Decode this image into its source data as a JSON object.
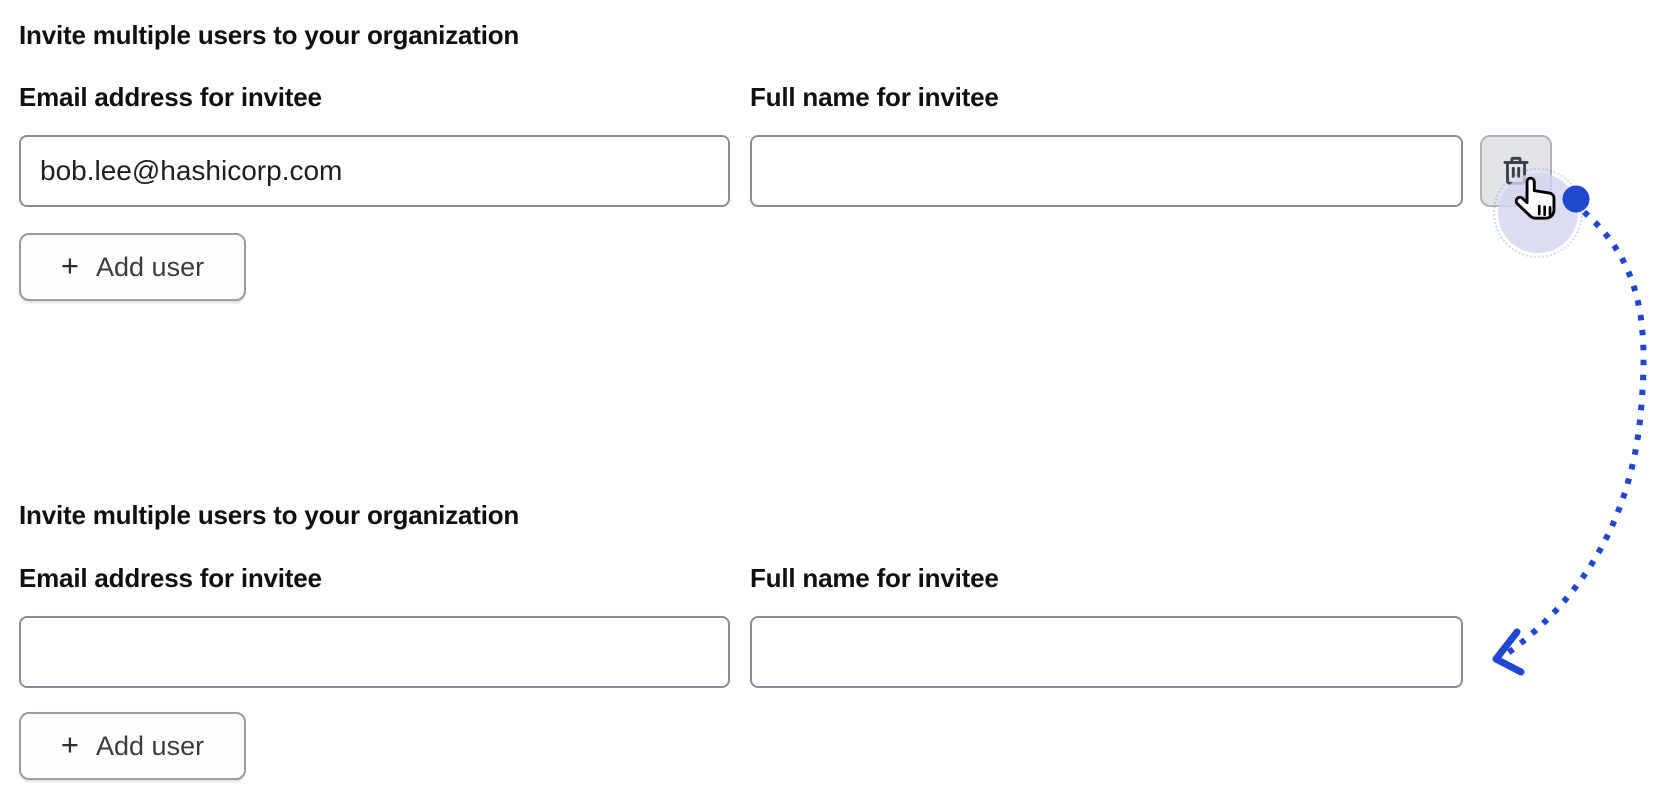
{
  "colors": {
    "accent_blue": "#1f47d0",
    "halo_lavender": "#d4d6f0",
    "input_border": "#8b8d97",
    "button_border": "#9b9da6",
    "trash_button_bg": "#e3e4e7",
    "heading_text": "#0e1014",
    "button_text": "#3a3d45"
  },
  "sections": [
    {
      "heading": "Invite multiple users to your organization",
      "fields": [
        {
          "label": "Email address for invitee",
          "value": "bob.lee@hashicorp.com"
        },
        {
          "label": "Full name for invitee",
          "value": ""
        }
      ],
      "add_user": {
        "plus": "+",
        "label": "Add user"
      },
      "delete_button": {
        "icon": "trash-icon"
      }
    },
    {
      "heading": "Invite multiple users to your organization",
      "fields": [
        {
          "label": "Email address for invitee",
          "value": ""
        },
        {
          "label": "Full name for invitee",
          "value": ""
        }
      ],
      "add_user": {
        "plus": "+",
        "label": "Add user"
      }
    }
  ],
  "annotation": {
    "cursor": "hand-pointer over delete button",
    "arrow": "blue dotted curved arrow from delete button to second section full-name input"
  }
}
